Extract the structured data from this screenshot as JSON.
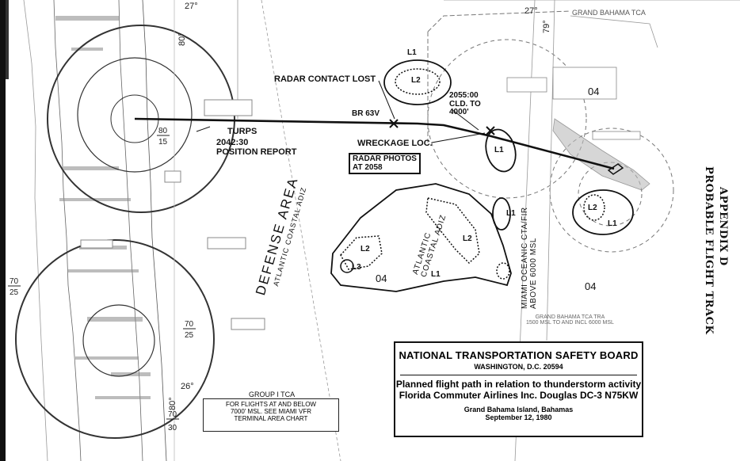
{
  "side_title": {
    "line1": "APPENDIX D",
    "line2": "PROBABLE FLIGHT TRACK"
  },
  "labels": {
    "radar_contact_lost": "RADAR CONTACT LOST",
    "br63v": "BR 63V",
    "time_2055": "2055:00\nCLD. TO\n4000'",
    "turps": "TURPS",
    "position_report": "2042:30\nPOSITION REPORT",
    "wreckage": "WRECKAGE LOC.",
    "radar_photos": "RADAR PHOTOS\nAT 2058",
    "defense_area": "DEFENSE AREA",
    "atlantic_adiz_left": "ATLANTIC COASTAL ADIZ",
    "atlantic_adiz_right": "ATLANTIC\nCOASTAL ADIZ",
    "miami_oceanic": "MIAMI OCEANIC CTA/FIR\nABOVE 6000 MSL",
    "grand_bahama_tca": "GRAND BAHAMA TCA",
    "tca_note": "GRAND BAHAMA TCA TRA\n1500 MSL TO AND INCL 6000 MSL",
    "zone_04_a": "04",
    "zone_04_b": "04",
    "zone_04_c": "04",
    "lat_27_left": "27°",
    "lat_27_right": "27°",
    "lat_26": "26°",
    "lon_79": "79°",
    "lon_80a": "80°",
    "lon_80b": "80°",
    "l1_top": "L1",
    "l2_top": "L2",
    "l1_wreck": "L1",
    "l1_mid": "L1",
    "l2_mid": "L2",
    "l2_left": "L2",
    "l3_left": "L3",
    "l1_bottom": "L1",
    "l2_right": "L2",
    "l1_right": "L1",
    "group_tca": "GROUP I TCA",
    "group_tca_note": "FOR FLIGHTS AT AND BELOW\n7000' MSL. SEE MIAMI VFR\nTERMINAL AREA CHART"
  },
  "title_block": {
    "org": "NATIONAL TRANSPORTATION SAFETY BOARD",
    "city": "WASHINGTON, D.C. 20594",
    "line1": "Planned flight path in relation to thunderstorm activity",
    "line2": "Florida Commuter Airlines Inc. Douglas DC-3 N75KW",
    "place": "Grand Bahama Island, Bahamas",
    "date": "September 12, 1980"
  },
  "colors": {
    "ink": "#111111",
    "paper": "#ffffff",
    "chart_gray": "#777777"
  }
}
